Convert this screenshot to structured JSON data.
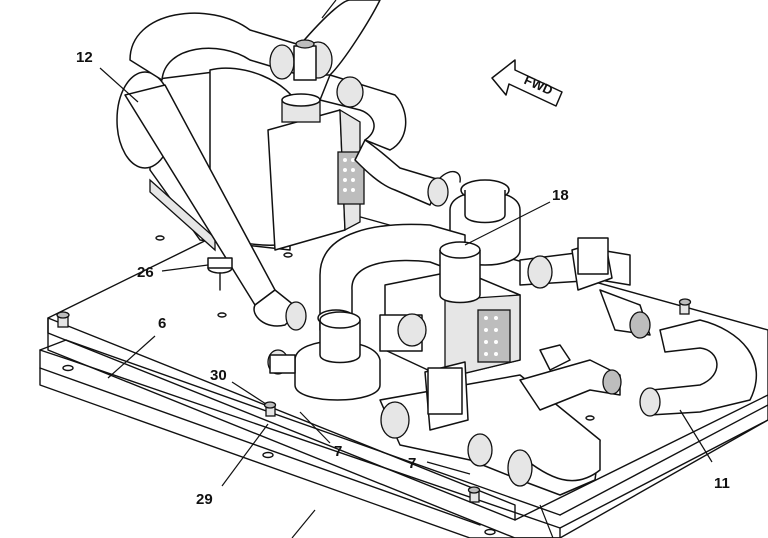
{
  "diagram": {
    "direction_arrow": {
      "label": "FWD"
    },
    "callouts": [
      {
        "id": "c12",
        "label": "12"
      },
      {
        "id": "c18",
        "label": "18"
      },
      {
        "id": "c26",
        "label": "26"
      },
      {
        "id": "c6",
        "label": "6"
      },
      {
        "id": "c30",
        "label": "30"
      },
      {
        "id": "c7a",
        "label": "7"
      },
      {
        "id": "c7b",
        "label": "7"
      },
      {
        "id": "c29",
        "label": "29"
      },
      {
        "id": "c11",
        "label": "11"
      }
    ]
  }
}
